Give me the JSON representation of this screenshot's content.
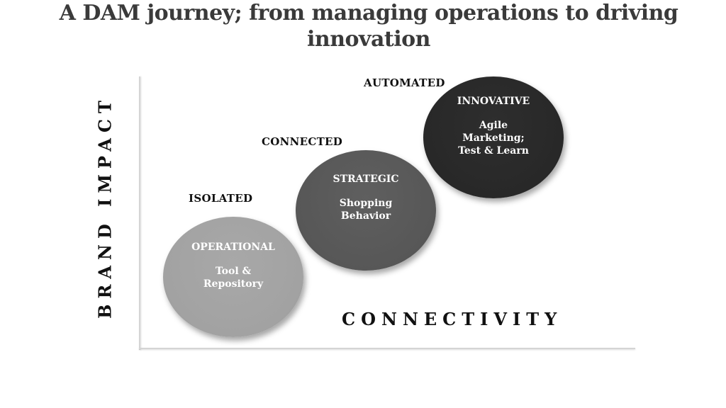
{
  "slide": {
    "title": "A DAM journey; from managing operations to driving innovation"
  },
  "axes": {
    "y_label": "BRAND IMPACT",
    "x_label": "CONNECTIVITY"
  },
  "stages": [
    {
      "label": "ISOLATED",
      "circle_title": "OPERATIONAL",
      "circle_desc": "Tool & Repository",
      "color": "#a3a3a3"
    },
    {
      "label": "CONNECTED",
      "circle_title": "STRATEGIC",
      "circle_desc": "Shopping Behavior",
      "color": "#585858"
    },
    {
      "label": "AUTOMATED",
      "circle_title": "INNOVATIVE",
      "circle_desc": "Agile Marketing; Test & Learn",
      "color": "#272727"
    }
  ]
}
